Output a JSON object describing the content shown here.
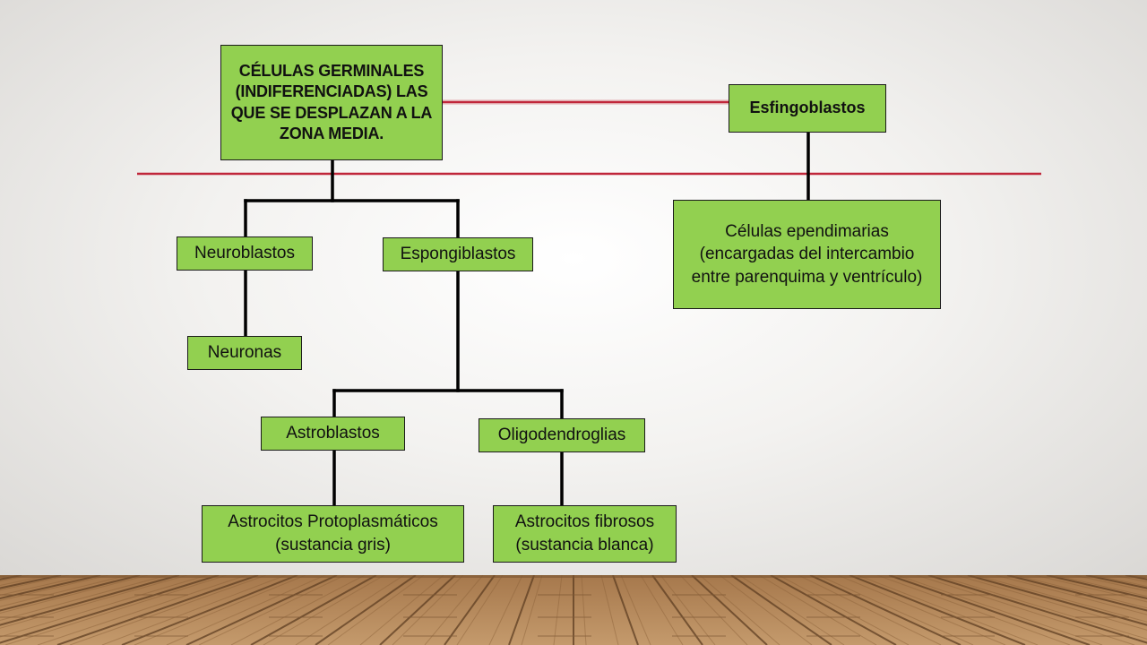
{
  "diagram": {
    "nodes": {
      "germinales": "CÉLULAS GERMINALES (INDIFERENCIADAS) LAS QUE SE DESPLAZAN A LA ZONA MEDIA.",
      "esfingoblastos": "Esfingoblastos",
      "ependimarias": "Células ependimarias (encargadas del intercambio entre parenquima y ventrículo)",
      "neuroblastos": "Neuroblastos",
      "espongiblastos": "Espongiblastos",
      "neuronas": "Neuronas",
      "astroblastos": "Astroblastos",
      "oligodendroglias": "Oligodendroglias",
      "astrocitos_protoplasmaticos": "Astrocitos Protoplasmáticos (sustancia gris)",
      "astrocitos_fibrosos": "Astrocitos fibrosos (sustancia blanca)"
    },
    "edges": [
      [
        "germinales",
        "neuroblastos"
      ],
      [
        "germinales",
        "espongiblastos"
      ],
      [
        "neuroblastos",
        "neuronas"
      ],
      [
        "espongiblastos",
        "astroblastos"
      ],
      [
        "espongiblastos",
        "oligodendroglias"
      ],
      [
        "astroblastos",
        "astrocitos_protoplasmaticos"
      ],
      [
        "oligodendroglias",
        "astrocitos_fibrosos"
      ],
      [
        "esfingoblastos",
        "ependimarias"
      ],
      [
        "germinales",
        "esfingoblastos"
      ]
    ],
    "colors": {
      "node_fill": "#92d050",
      "node_border": "#1a1a1a",
      "connector": "#000000",
      "divider": "#c0263a"
    }
  }
}
